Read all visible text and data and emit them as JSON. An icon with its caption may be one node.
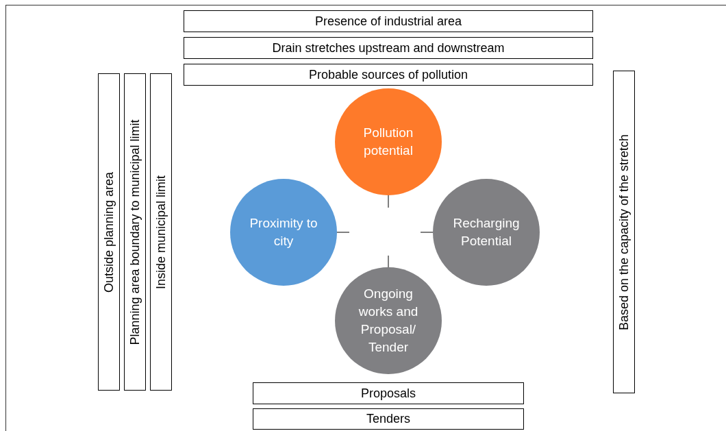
{
  "diagram": {
    "nodes": [
      {
        "text": [
          "Presence of industrial area"
        ]
      },
      {
        "text": [
          "Drain stretches upstream and downstream"
        ]
      },
      {
        "text": [
          "Probable sources of pollution"
        ]
      },
      {
        "text": [
          "Outside planning area"
        ]
      },
      {
        "text": [
          "Planning area boundary to municipal limit"
        ]
      },
      {
        "text": [
          "Inside municipal limit"
        ]
      },
      {
        "text": [
          "Pollution potential"
        ]
      },
      {
        "text": [
          "Proximity to city"
        ]
      },
      {
        "text": [
          "Recharging Potential"
        ]
      },
      {
        "text": [
          "Ongoing works and Proposal/ Tender"
        ]
      },
      {
        "text": [
          "Based on the capacity of the stretch"
        ]
      },
      {
        "text": [
          "Proposals"
        ]
      },
      {
        "text": [
          "Tenders"
        ]
      }
    ],
    "edges": [
      {
        "from": 6,
        "to": null,
        "arrow": "none"
      },
      {
        "from": 7,
        "to": null,
        "arrow": "none"
      },
      {
        "from": 8,
        "to": null,
        "arrow": "none"
      },
      {
        "from": 9,
        "to": null,
        "arrow": "none"
      }
    ]
  }
}
